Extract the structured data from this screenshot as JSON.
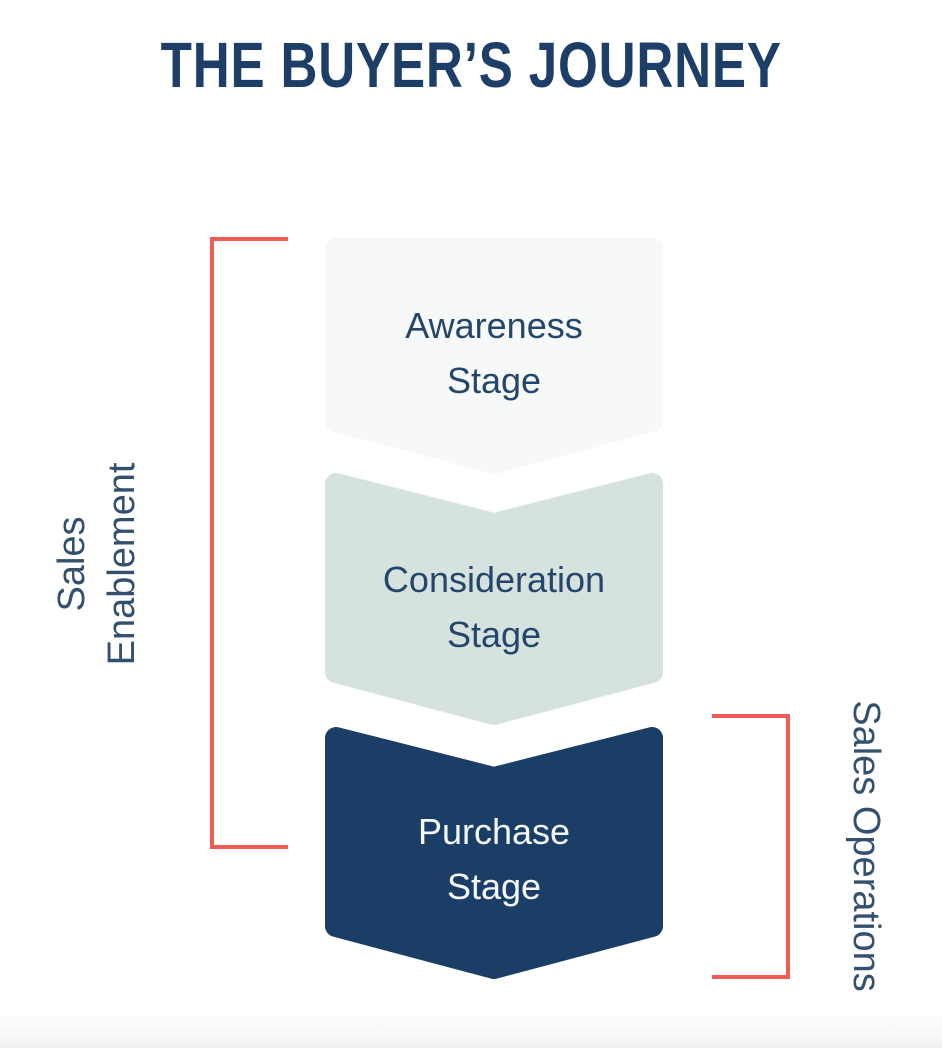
{
  "page": {
    "title": "THE BUYER’S JOURNEY"
  },
  "stages": [
    {
      "name": "Awareness Stage",
      "line1": "Awareness",
      "line2": "Stage",
      "fill": "#f7f8f8",
      "text_color": "#24466b"
    },
    {
      "name": "Consideration Stage",
      "line1": "Consideration",
      "line2": "Stage",
      "fill": "#d5e2de",
      "text_color": "#24466b"
    },
    {
      "name": "Purchase Stage",
      "line1": "Purchase",
      "line2": "Stage",
      "fill": "#1b3e66",
      "text_color": "#f5f8fa"
    }
  ],
  "annotations": {
    "sales_enablement": {
      "line1": "Sales",
      "line2": "Enablement"
    },
    "sales_operations": {
      "label": "Sales Operations"
    }
  },
  "colors": {
    "title": "#1d3e66",
    "bracket": "#f05c55",
    "side_label": "#33506e",
    "background": "#ffffff"
  }
}
